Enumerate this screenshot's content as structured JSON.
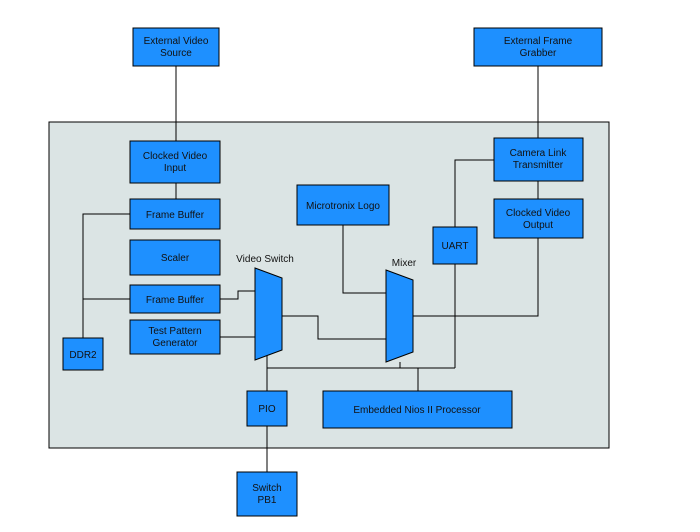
{
  "diagram": {
    "colors": {
      "block": "#1e90ff",
      "board": "#dbe4e4",
      "line": "#000000"
    },
    "blocks": {
      "ext_video_source": [
        "External Video",
        "Source"
      ],
      "ext_frame_grabber": [
        "External Frame",
        "Grabber"
      ],
      "clocked_video_input": [
        "Clocked Video",
        "Input"
      ],
      "frame_buffer_1": [
        "Frame Buffer"
      ],
      "scaler": [
        "Scaler"
      ],
      "frame_buffer_2": [
        "Frame Buffer"
      ],
      "test_pattern": [
        "Test Pattern",
        "Generator"
      ],
      "ddr2": [
        "DDR2"
      ],
      "microtronix_logo": [
        "Microtronix Logo"
      ],
      "uart": [
        "UART"
      ],
      "camera_link": [
        "Camera Link",
        "Transmitter"
      ],
      "clocked_video_output": [
        "Clocked Video",
        "Output"
      ],
      "pio": [
        "PIO"
      ],
      "nios": [
        "Embedded Nios II Processor"
      ],
      "switch_pb1": [
        "Switch",
        "PB1"
      ]
    },
    "labels": {
      "video_switch": "Video Switch",
      "mixer": "Mixer"
    }
  }
}
